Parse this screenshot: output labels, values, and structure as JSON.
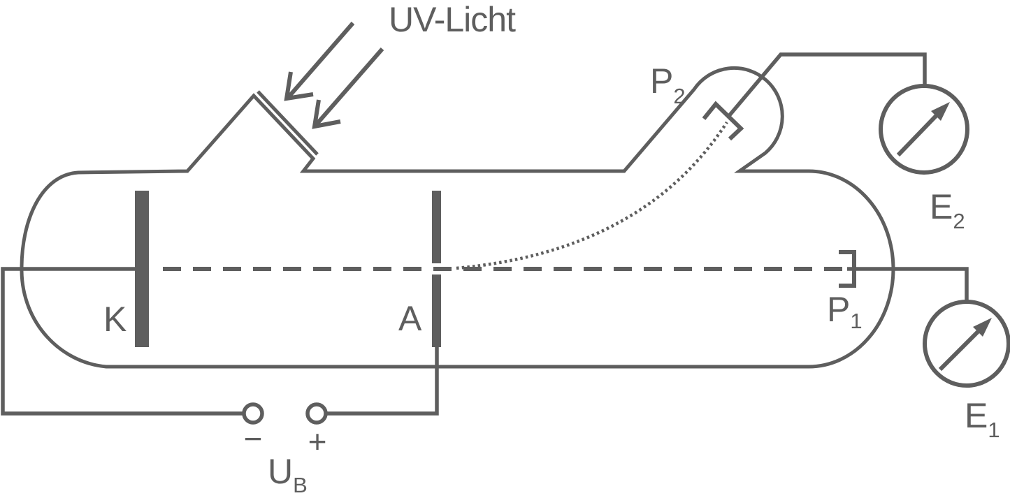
{
  "diagram": {
    "colors": {
      "line": "#5e5e5e"
    },
    "labels": {
      "uv_light": "UV-Licht",
      "cathode": "K",
      "anode": "A",
      "plate_top": {
        "base": "P",
        "sub": "2"
      },
      "plate_right": {
        "base": "P",
        "sub": "1"
      },
      "meter_top": {
        "base": "E",
        "sub": "2"
      },
      "meter_bottom": {
        "base": "E",
        "sub": "1"
      },
      "battery": {
        "minus": "−",
        "plus": "+",
        "voltage": {
          "base": "U",
          "sub": "B"
        }
      }
    }
  }
}
